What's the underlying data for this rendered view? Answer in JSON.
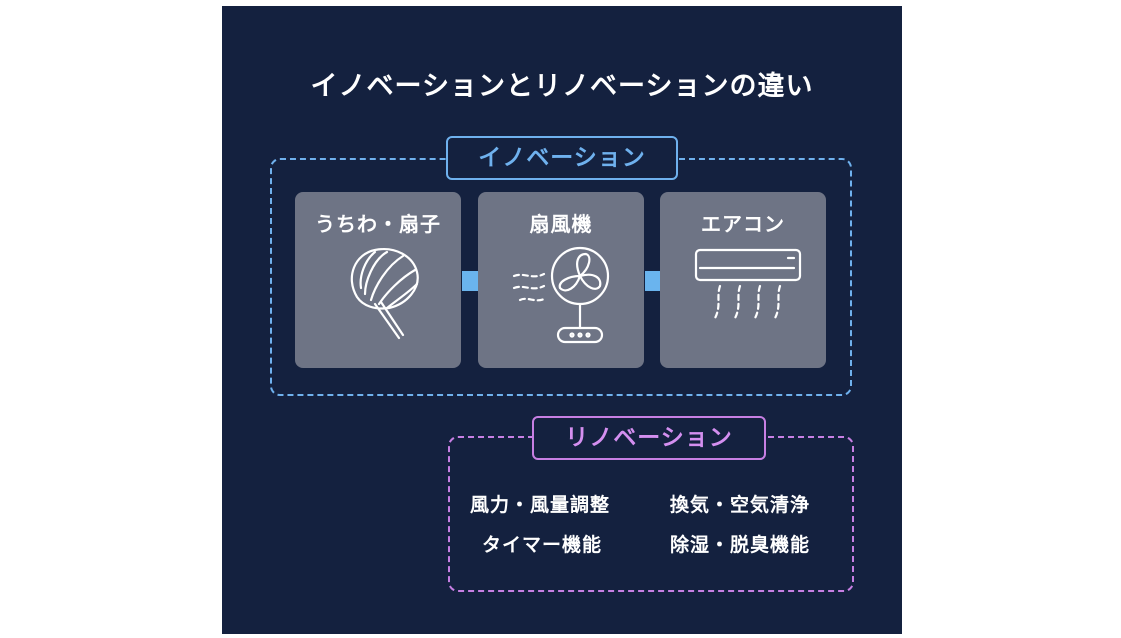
{
  "title": "イノベーションとリノベーションの違い",
  "innovation": {
    "label": "イノベーション",
    "steps": [
      {
        "label": "うちわ・扇子",
        "icon": "uchiwa-fan-icon"
      },
      {
        "label": "扇風機",
        "icon": "electric-fan-icon"
      },
      {
        "label": "エアコン",
        "icon": "air-conditioner-icon"
      }
    ],
    "arrow_icon": "right-arrow-icon"
  },
  "renovation": {
    "label": "リノベーション",
    "features": [
      "風力・風量調整",
      "換気・空気清浄",
      "タイマー機能",
      "除湿・脱臭機能"
    ]
  },
  "colors": {
    "background": "#14213f",
    "innovation_accent": "#6fb1ee",
    "renovation_accent": "#c77fe3",
    "card": "#6e7485",
    "arrow": "#6ab4ee"
  }
}
